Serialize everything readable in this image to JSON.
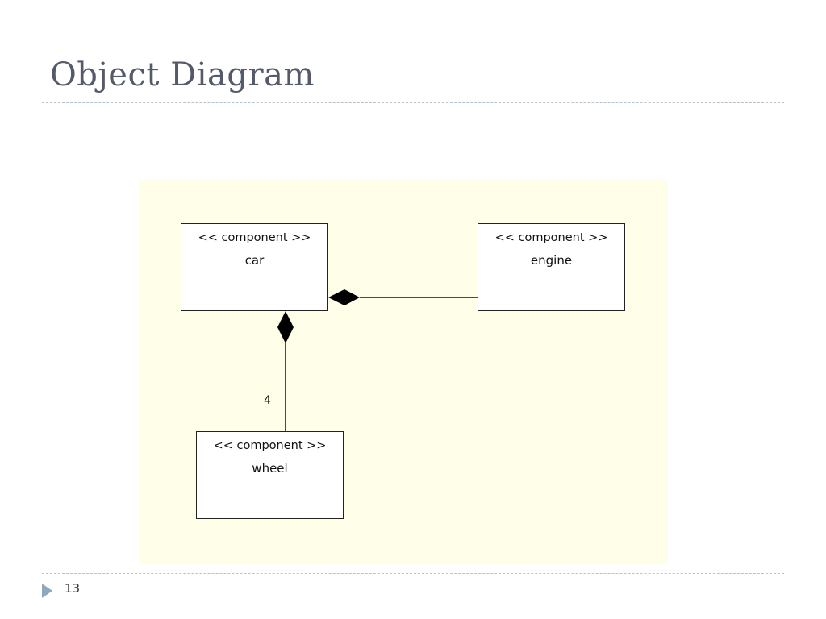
{
  "slide": {
    "title": "Object Diagram",
    "page_number": "13"
  },
  "diagram": {
    "boxes": {
      "car": {
        "stereotype": "<< component >>",
        "name": "car"
      },
      "engine": {
        "stereotype": "<< component >>",
        "name": "engine"
      },
      "wheel": {
        "stereotype": "<< component >>",
        "name": "wheel"
      }
    },
    "relations": [
      {
        "type": "composition",
        "whole": "car",
        "part": "engine",
        "multiplicity": ""
      },
      {
        "type": "composition",
        "whole": "car",
        "part": "wheel",
        "multiplicity": "4"
      }
    ],
    "wheel_multiplicity": "4"
  },
  "colors": {
    "title": "#555a6a",
    "canvas_background": "#fefee9",
    "rule": "#b9c3cc",
    "bullet_arrow": "#8ea8c0"
  },
  "icons": {
    "footer_bullet": "triangle-right-icon"
  }
}
